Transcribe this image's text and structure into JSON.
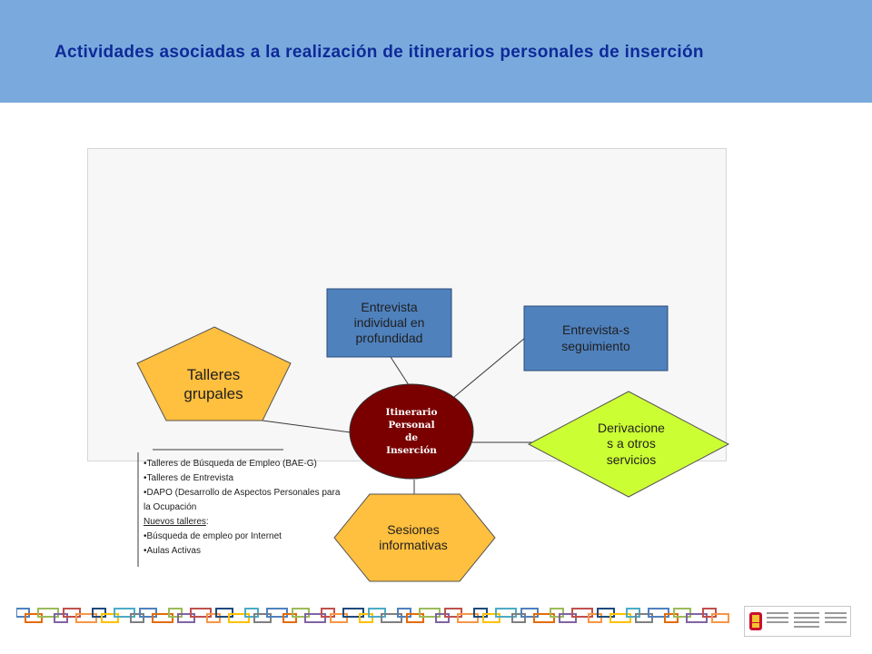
{
  "slide": {
    "title": "Actividades asociadas a la realización de itinerarios personales de inserción"
  },
  "diagram": {
    "center": "Itinerario\nPersonal\nde\nInserción",
    "nodes": {
      "entrevista": "Entrevista\nindividual en\nprofundidad",
      "seguimiento": "Entrevista-s\nseguimiento",
      "talleres": "Talleres\ngrupales",
      "derivaciones": "Derivacione\ns a otros\nservicios",
      "sesiones": "Sesiones\ninformativas"
    },
    "talleres_list": {
      "item1": "•Talleres de Búsqueda de Empleo (BAE-G)",
      "item2": "•Talleres de Entrevista",
      "item3": "•DAPO (Desarrollo de Aspectos Personales para la Ocupación",
      "subheading": "Nuevos talleres",
      "subheading_suffix": ":",
      "item4": "•Búsqueda de empleo por Internet",
      "item5": "•Aulas Activas"
    },
    "colors": {
      "header": "#7aaadd",
      "title": "#0d2a99",
      "blue_box": "#4f81bd",
      "orange": "#ffbf3f",
      "lime": "#ccff33",
      "center": "#7a0000"
    }
  }
}
